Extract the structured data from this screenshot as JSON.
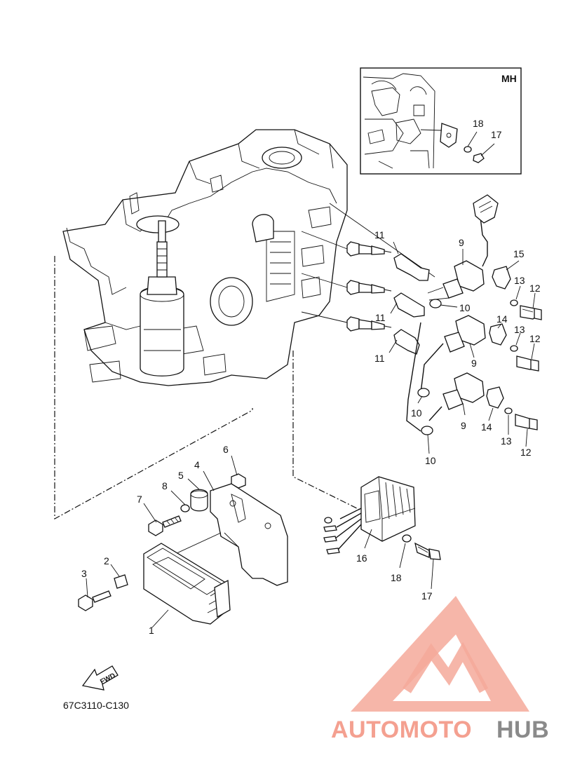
{
  "inset": {
    "label": "MH"
  },
  "callouts": {
    "n1": "1",
    "n2": "2",
    "n3": "3",
    "n4": "4",
    "n5": "5",
    "n6": "6",
    "n7": "7",
    "n8": "8",
    "n9": "9",
    "n10": "10",
    "n11": "11",
    "n12": "12",
    "n13": "13",
    "n14": "14",
    "n15": "15",
    "n16": "16",
    "n17": "17",
    "n18": "18"
  },
  "fwd": "FWD",
  "diagram_code": "67C3110-C130",
  "watermark": {
    "part1": "AUTOMOTO",
    "part2": "HUB",
    "color1": "#f4a090",
    "color2": "#8a8a8a"
  }
}
